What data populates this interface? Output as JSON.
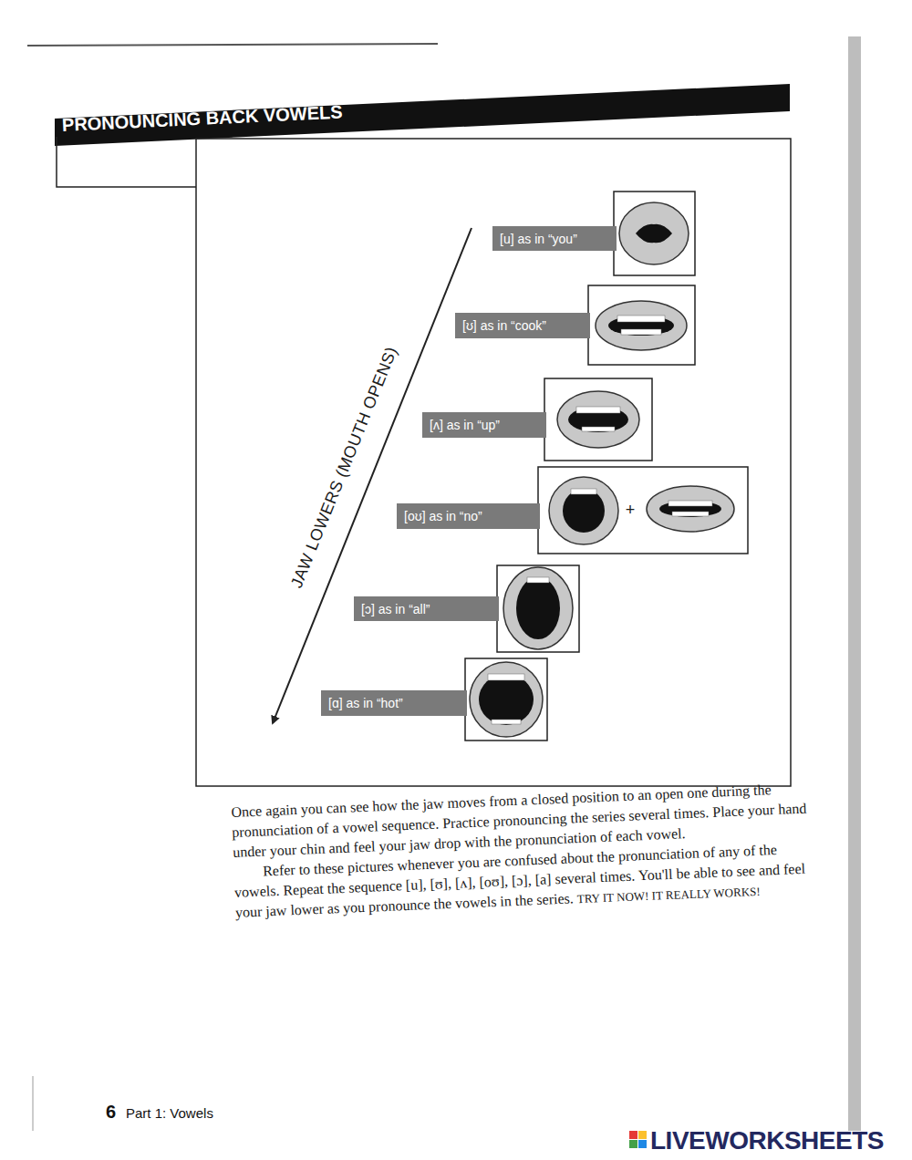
{
  "diagram": {
    "title": "PRONOUNCING BACK VOWELS",
    "nodes": [
      {
        "text": [
          "[u] as in “you”"
        ]
      },
      {
        "text": [
          "[ʊ] as in “cook”"
        ]
      },
      {
        "text": [
          "[ʌ] as in “up”"
        ]
      },
      {
        "text": [
          "[oʊ] as in “no”"
        ]
      },
      {
        "text": [
          "[ɔ] as in “all”"
        ]
      },
      {
        "text": [
          "[ɑ] as in “hot”"
        ]
      }
    ],
    "labels": [
      "JAW LOWERS (MOUTH OPENS)",
      "+",
      "Once again you can see how the jaw moves from a closed position to an open one during the pronunciation of a vowel sequence. Practice pronouncing the series several times. Place your hand under your chin and feel your jaw drop with the pronunciation of each vowel.",
      "Refer to these pictures whenever you are confused about the pronunciation of any of the vowels. Repeat the sequence [u], [ʊ], [ʌ], [oʊ], [ɔ], [a] several times. You'll be able to see and feel your jaw lower as you pronounce the vowels in the series.",
      "TRY IT NOW! IT REALLY WORKS!",
      "6",
      "Part 1: Vowels",
      "LIVEWORKSHEETS"
    ]
  }
}
